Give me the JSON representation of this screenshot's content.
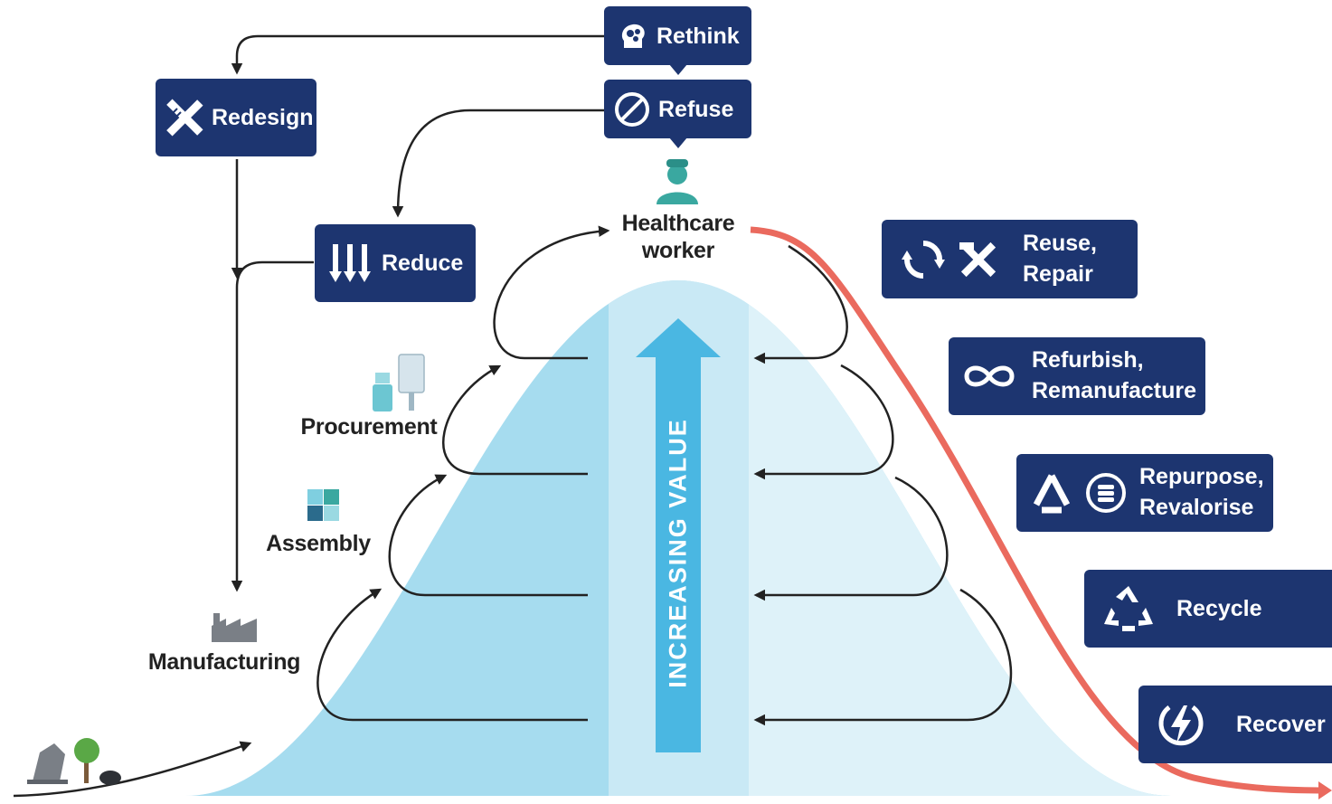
{
  "top_actions": {
    "rethink": "Rethink",
    "refuse": "Refuse",
    "redesign": "Redesign",
    "reduce": "Reduce"
  },
  "stages": {
    "healthcare_worker_line1": "Healthcare",
    "healthcare_worker_line2": "worker",
    "procurement": "Procurement",
    "assembly": "Assembly",
    "manufacturing": "Manufacturing"
  },
  "center_arrow": {
    "label": "INCREASING   VALUE"
  },
  "right_actions": {
    "reuse_line1": "Reuse,",
    "reuse_line2": "Repair",
    "refurbish_line1": "Refurbish,",
    "refurbish_line2": "Remanufacture",
    "repurpose_line1": "Repurpose,",
    "repurpose_line2": "Revalorise",
    "recycle": "Recycle",
    "recover": "Recover"
  },
  "colors": {
    "box_navy": "#1d3570",
    "bell_left": "#a6dcef",
    "bell_center": "#c9e9f5",
    "bell_right": "#def2f9",
    "value_arrow": "#4ab7e2",
    "waste_line": "#ea6a5e",
    "flow_arrows": "#222222"
  },
  "icons": {
    "rethink": "brain-gears-icon",
    "refuse": "prohibited-icon",
    "redesign": "pencil-ruler-icon",
    "reduce": "down-arrows-icon",
    "healthcare_worker": "healthcare-worker-icon",
    "procurement": "vial-ivbag-icon",
    "assembly": "puzzle-icon",
    "manufacturing": "factory-icon",
    "raw_materials": "oil-pump-tree-coal-icon",
    "reuse": "refresh-icon",
    "repair": "tools-icon",
    "refurbish": "infinity-icon",
    "repurpose": "triangle-recycle-icon",
    "revalorise": "coins-cycle-icon",
    "recycle": "recycle-icon",
    "recover": "energy-bolt-icon"
  }
}
